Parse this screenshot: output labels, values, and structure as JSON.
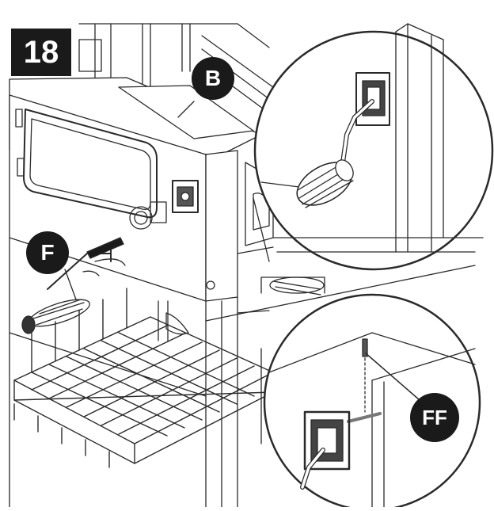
{
  "step_number": "18",
  "callouts": {
    "b": "B",
    "f": "F",
    "ff": "FF"
  },
  "colors": {
    "line": "#1a1a1a",
    "badge": "#1a1a1a",
    "badge_text": "#ffffff",
    "background": "#ffffff"
  }
}
